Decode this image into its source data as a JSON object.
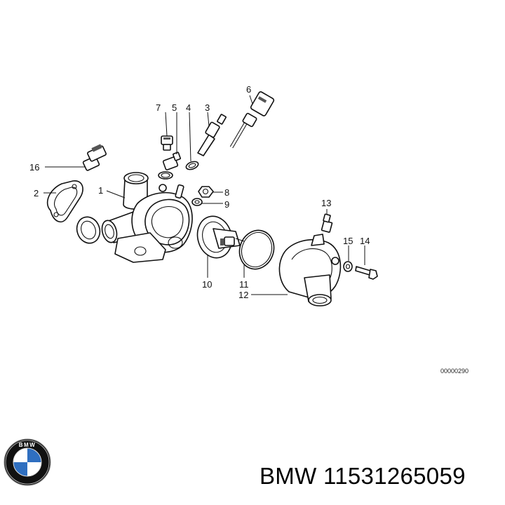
{
  "diagram": {
    "callouts": [
      "1",
      "2",
      "3",
      "4",
      "5",
      "6",
      "7",
      "8",
      "9",
      "10",
      "11",
      "12",
      "13",
      "14",
      "15",
      "16"
    ],
    "reference_code": "00000290"
  },
  "footer": {
    "brand": "BMW",
    "part_number": "11531265059"
  },
  "logo": {
    "text": "BMW",
    "colors": {
      "blue": "#2f6fc0",
      "black": "#111111",
      "white": "#ffffff"
    }
  }
}
